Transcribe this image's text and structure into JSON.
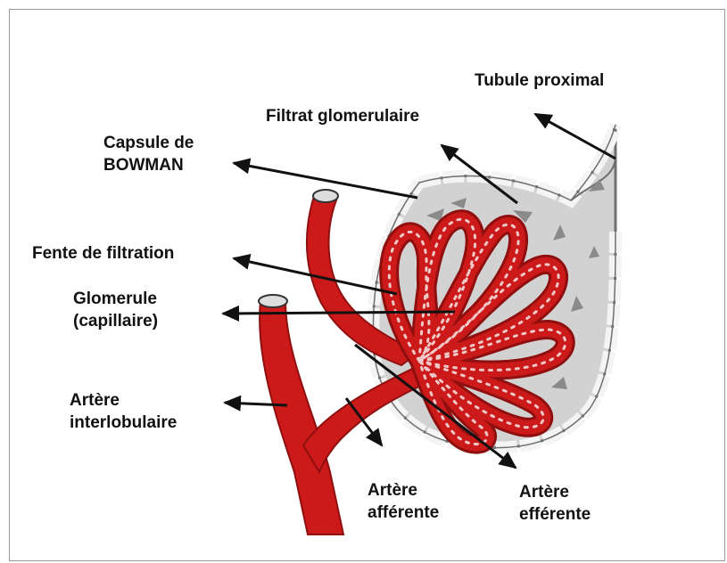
{
  "labels": {
    "tubule_proximal": "Tubule proximal",
    "filtrat_glomerulaire": "Filtrat glomerulaire",
    "capsule_line1": "Capsule de",
    "capsule_line2": "BOWMAN",
    "fente_filtration": "Fente de filtration",
    "glomerule_line1": "Glomerule",
    "glomerule_line2": "(capillaire)",
    "artere_interlobulaire_line1": "Artère",
    "artere_interlobulaire_line2": "interlobulaire",
    "artere_afferente_line1": "Artère",
    "artere_afferente_line2": "afférente",
    "artere_efferente_line1": "Artère",
    "artere_efferente_line2": "efférente"
  },
  "colors": {
    "vessel_red": "#cc1a1a",
    "vessel_dark": "#8f0f0f",
    "capsule_fill": "#d2d2d2",
    "capsule_cells": "#f4f4f4",
    "arrow": "#111111",
    "flow_arrow": "#8a8a8a",
    "text": "#111111"
  }
}
